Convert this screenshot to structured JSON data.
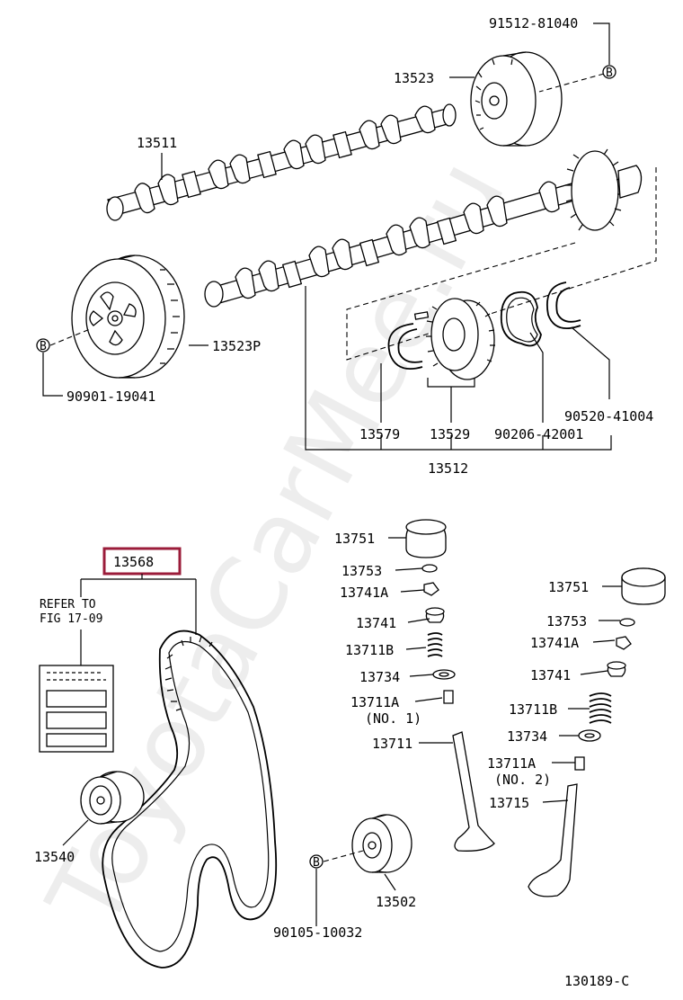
{
  "watermark": "ToyotaCarMee.ru",
  "highlight_color": "#9b1c3a",
  "labels": {
    "p91512": "91512-81040",
    "p13523": "13523",
    "p13511": "13511",
    "p13523p": "13523P",
    "p90901": "90901-19041",
    "p13579": "13579",
    "p13529": "13529",
    "p90206": "90206-42001",
    "p90520": "90520-41004",
    "p13512": "13512",
    "p13568": "13568",
    "refer_line1": "REFER TO",
    "refer_line2": "FIG 17-09",
    "p13540": "13540",
    "p13502": "13502",
    "p90105": "90105-10032",
    "l13751": "13751",
    "l13753": "13753",
    "l13741a": "13741A",
    "l13741": "13741",
    "l13711b": "13711B",
    "l13734": "13734",
    "l13711a": "13711A",
    "l_no1": "(NO. 1)",
    "l13711": "13711",
    "r13751": "13751",
    "r13753": "13753",
    "r13741a": "13741A",
    "r13741": "13741",
    "r13711b": "13711B",
    "r13734": "13734",
    "r13711a": "13711A",
    "r_no2": "(NO. 2)",
    "r13715": "13715",
    "fig_code": "130189-C"
  },
  "bolt_marker": "B"
}
